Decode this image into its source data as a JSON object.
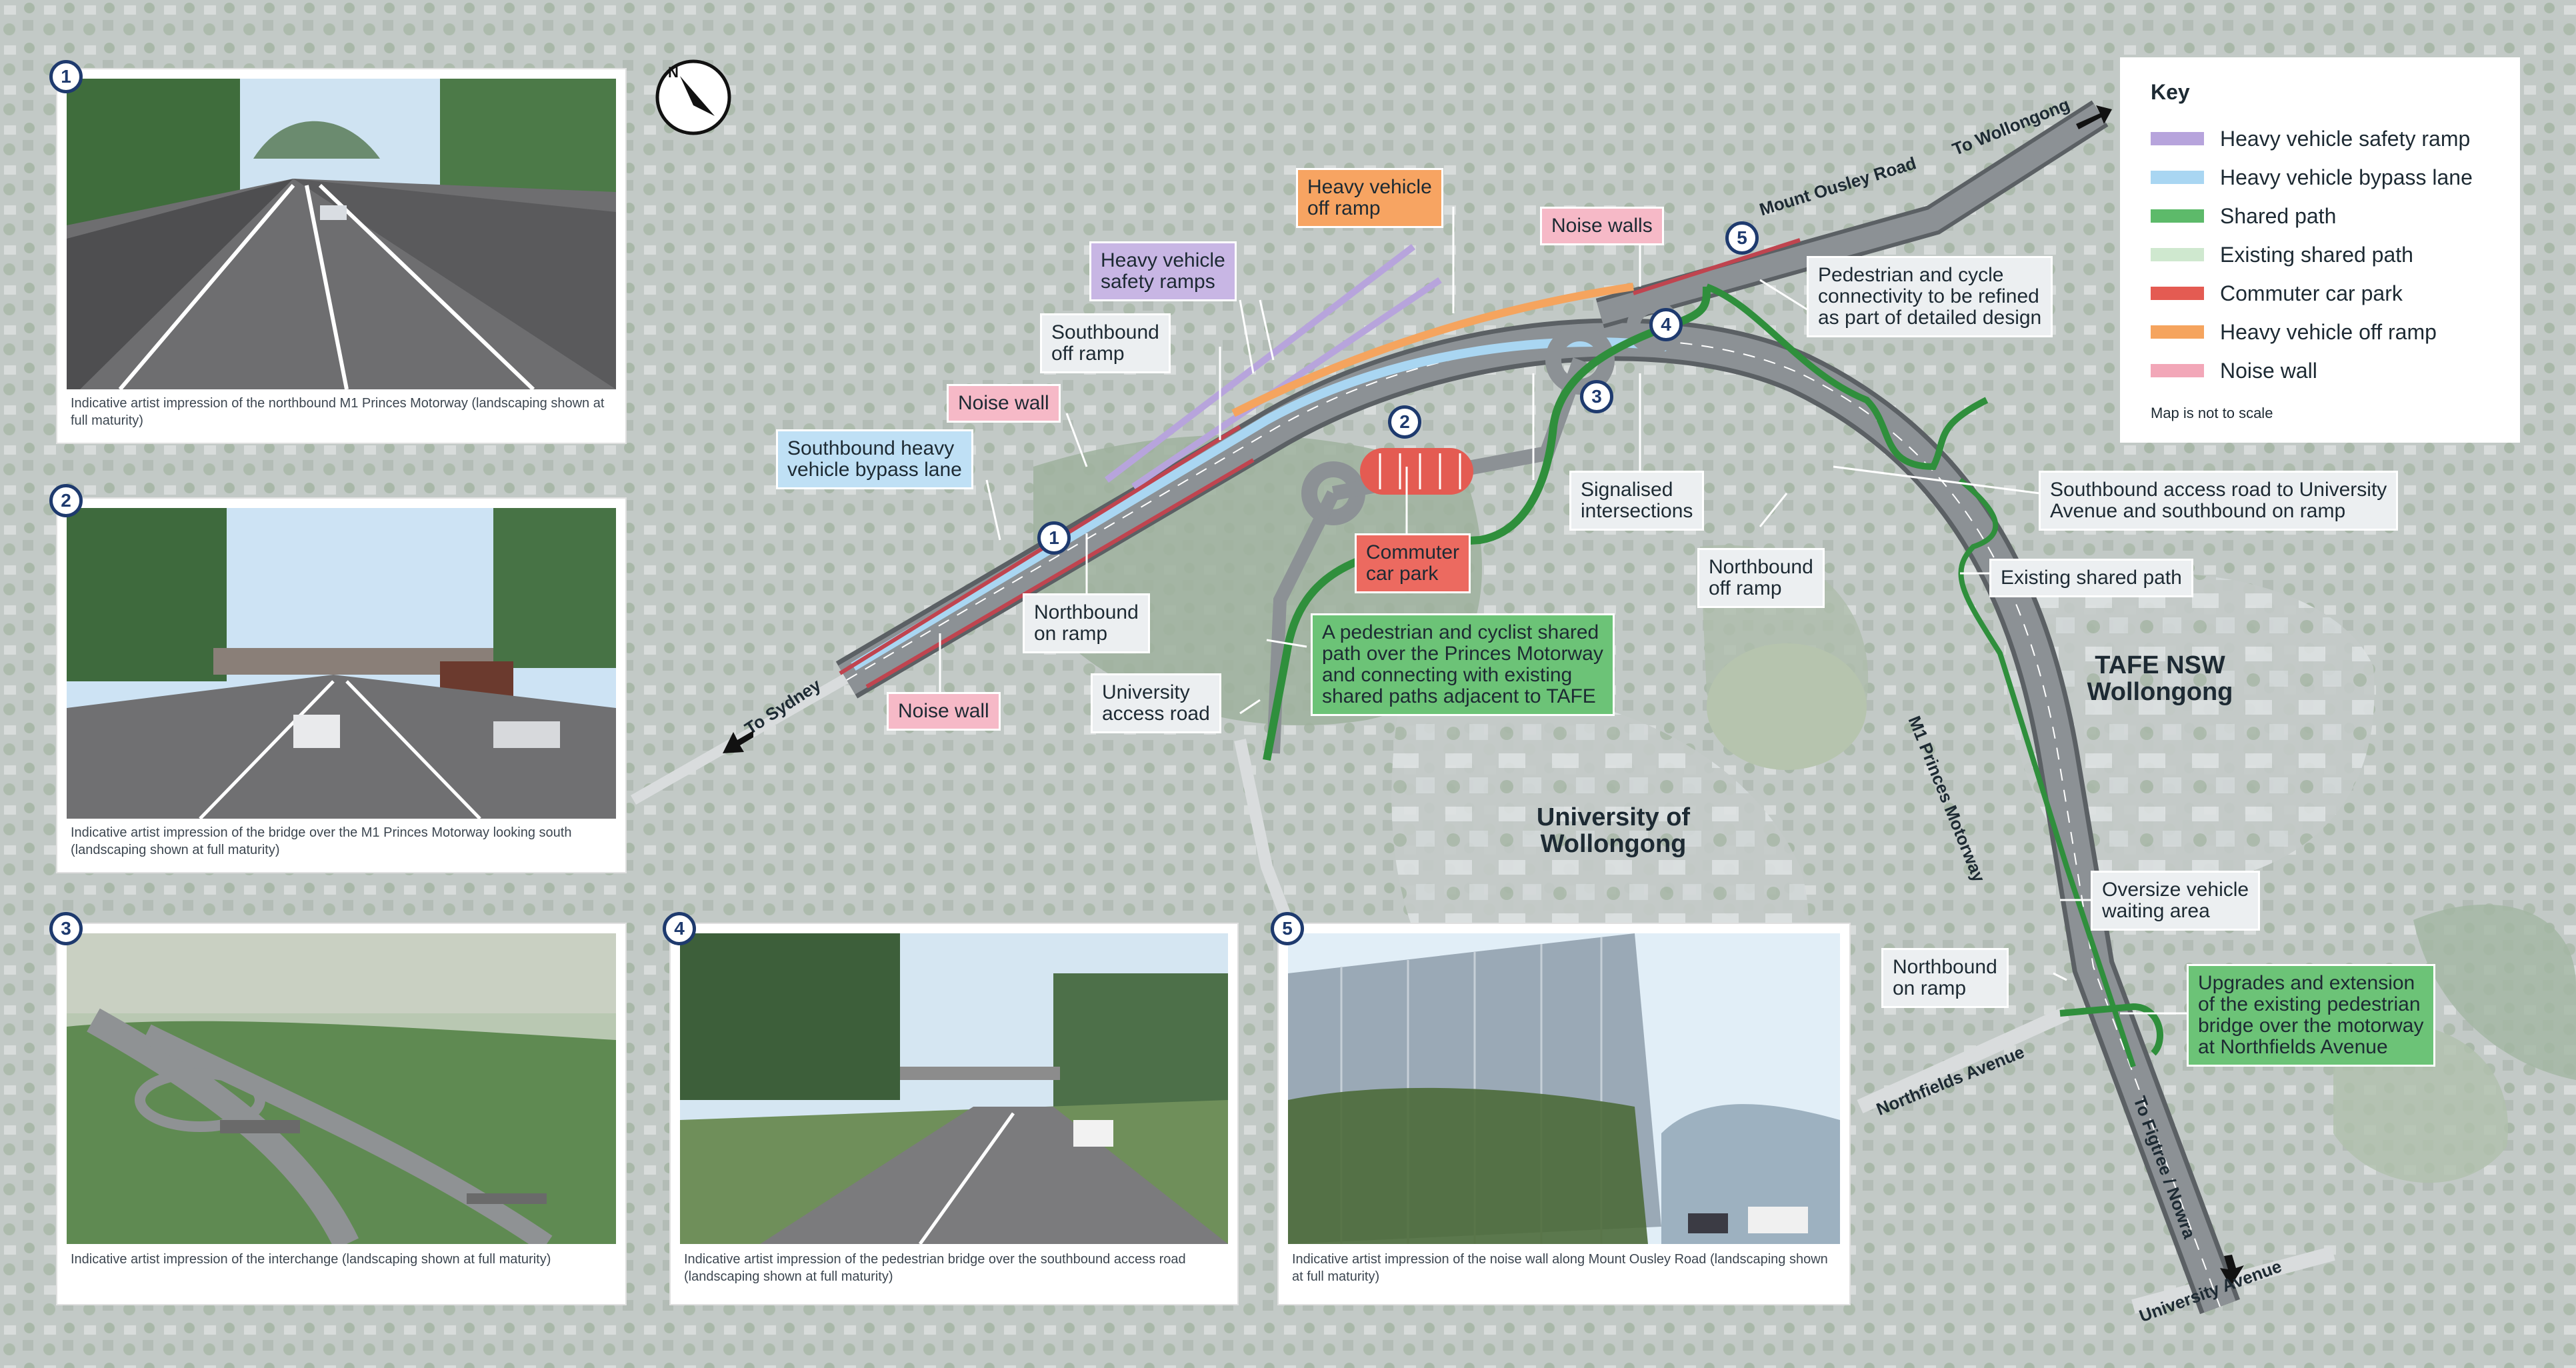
{
  "legend": {
    "title": "Key",
    "items": [
      {
        "label": "Heavy vehicle safety ramp",
        "color": "#b7a4dc"
      },
      {
        "label": "Heavy vehicle bypass lane",
        "color": "#a9d6f2"
      },
      {
        "label": "Shared path",
        "color": "#5dba6a"
      },
      {
        "label": "Existing shared path",
        "color": "#cfe8cf"
      },
      {
        "label": "Commuter car park",
        "color": "#e45b52"
      },
      {
        "label": "Heavy vehicle off ramp",
        "color": "#f5a45e"
      },
      {
        "label": "Noise wall",
        "color": "#f2a7b8"
      }
    ],
    "note": "Map is not to scale"
  },
  "compass": {
    "letter": "N"
  },
  "callouts": {
    "hv_off_ramp": "Heavy vehicle\noff ramp",
    "hv_safety_ramps": "Heavy vehicle\nsafety ramps",
    "southbound_off_ramp": "Southbound\noff ramp",
    "noise_wall_1": "Noise wall",
    "sb_bypass": "Southbound heavy\nvehicle bypass lane",
    "noise_walls": "Noise walls",
    "ped_cycle": "Pedestrian and cycle\nconnectivity to be refined\nas part of detailed design",
    "commuter_car_park": "Commuter\ncar park",
    "signalised": "Signalised\nintersections",
    "northbound_on_ramp_1": "Northbound\non ramp",
    "university_access": "University\naccess road",
    "noise_wall_2": "Noise wall",
    "shared_path_note": "A pedestrian and cyclist shared\npath over the Princes Motorway\nand connecting with existing\nshared paths adjacent to TAFE",
    "northbound_off_ramp": "Northbound\noff ramp",
    "sb_access_road": "Southbound access road to University\nAvenue and southbound on ramp",
    "existing_shared_path": "Existing shared path",
    "oversize": "Oversize vehicle\nwaiting area",
    "northbound_on_ramp_2": "Northbound\non ramp",
    "ped_bridge_upgrade": "Upgrades and extension\nof the existing pedestrian\nbridge over the motorway\nat Northfields Avenue"
  },
  "places": {
    "tafe": "TAFE NSW\nWollongong",
    "uni": "University of\nWollongong"
  },
  "roads": {
    "mount_ousley": "Mount Ousley Road",
    "to_wollongong": "To Wollongong",
    "to_sydney": "To Sydney",
    "m1": "M1 Princes Motorway",
    "northfields": "Northfields Avenue",
    "figtree": "To Figtree / Nowra",
    "university_avenue": "University Avenue"
  },
  "map_markers": [
    "1",
    "2",
    "3",
    "4",
    "5"
  ],
  "photos": [
    {
      "num": "1",
      "caption": "Indicative artist impression of the northbound M1 Princes Motorway (landscaping shown at full maturity)"
    },
    {
      "num": "2",
      "caption": "Indicative artist impression of the bridge over the M1 Princes Motorway looking south (landscaping shown at full maturity)"
    },
    {
      "num": "3",
      "caption": "Indicative artist impression of the interchange (landscaping shown at full maturity)"
    },
    {
      "num": "4",
      "caption": "Indicative artist impression of the pedestrian bridge over the southbound access road (landscaping shown at full maturity)"
    },
    {
      "num": "5",
      "caption": "Indicative artist impression of the noise wall along Mount Ousley Road (landscaping shown at full maturity)"
    }
  ]
}
